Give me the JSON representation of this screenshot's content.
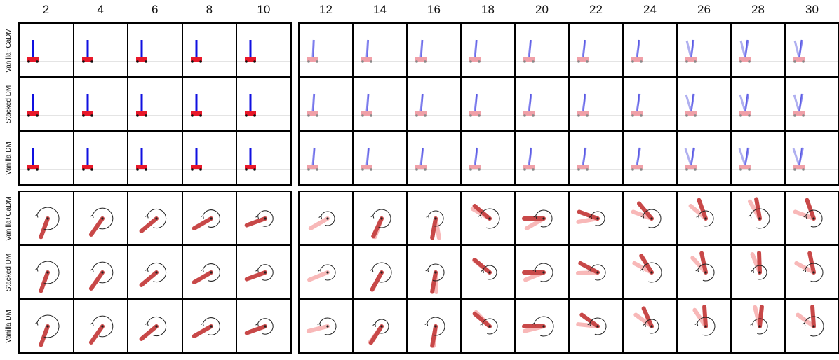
{
  "column_headers": [
    "2",
    "4",
    "6",
    "8",
    "10",
    "12",
    "14",
    "16",
    "18",
    "20",
    "22",
    "24",
    "26",
    "28",
    "30"
  ],
  "top_block": {
    "environment": "cartpole",
    "row_labels": [
      "Vanilla+CaDM",
      "Stacked DM",
      "Vanilla DM"
    ]
  },
  "bottom_block": {
    "environment": "pendulum",
    "row_labels": [
      "Vanilla+CaDM",
      "Stacked DM",
      "Vanilla DM"
    ]
  },
  "colors": {
    "cart_early": "#e8182a",
    "pole_early": "#1010e0",
    "cart_late": "#f0a0a8",
    "pole_late": "#8a8af0",
    "pendulum_dark": "#c84848",
    "pendulum_light": "#f8b8b8",
    "ground": "#c8c8c8"
  }
}
